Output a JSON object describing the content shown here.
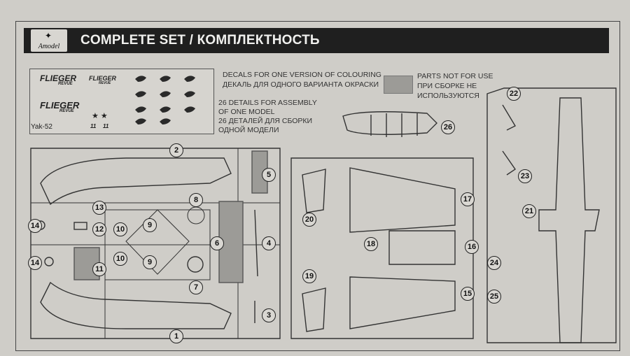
{
  "brand": {
    "logo_text": "Amodel"
  },
  "header": {
    "title": "COMPLETE SET / КОМПЛЕКТНОСТЬ"
  },
  "notes": {
    "decals_en": "DECALS FOR ONE VERSION OF COLOURING",
    "decals_ru": "ДЕКАЛЬ ДЛЯ ОДНОГО ВАРИАНТА ОКРАСКИ",
    "details_en_1": "26 DETAILS FOR ASSEMBLY",
    "details_en_2": "OF ONE MODEL",
    "details_ru_1": "26 ДЕТАЛЕЙ ДЛЯ СБОРКИ",
    "details_ru_2": "ОДНОЙ МОДЕЛИ",
    "legend_en": "PARTS NOT FOR USE",
    "legend_ru_1": "ПРИ СБОРКЕ НЕ",
    "legend_ru_2": "ИСПОЛЬЗУЮТСЯ"
  },
  "decal_sheet": {
    "label": "Yak-52",
    "brand_1": "FLIEGER",
    "brand_1_sub": "REVUE",
    "brand_2": "FLIEGER",
    "brand_2_sub": "REVUE",
    "brand_3": "FLIEGER",
    "brand_3_sub": "REVUE",
    "number_1": "11",
    "number_2": "11"
  },
  "part_numbers": [
    "1",
    "2",
    "3",
    "4",
    "5",
    "6",
    "7",
    "8",
    "9",
    "9",
    "10",
    "10",
    "11",
    "12",
    "13",
    "14",
    "14",
    "15",
    "16",
    "17",
    "18",
    "19",
    "20",
    "21",
    "22",
    "23",
    "24",
    "25",
    "26"
  ]
}
